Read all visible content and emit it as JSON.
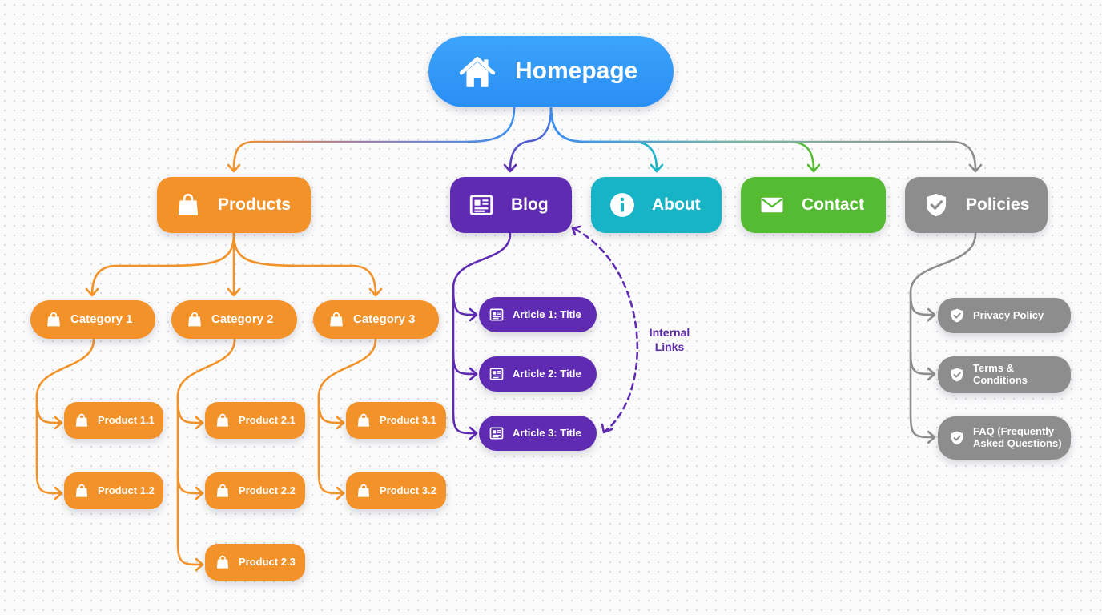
{
  "root": {
    "label": "Homepage",
    "icon": "house-icon",
    "color": "#2a8ef3"
  },
  "sections": {
    "products": {
      "label": "Products",
      "icon": "shopping-bag-icon",
      "color": "#f29228"
    },
    "blog": {
      "label": "Blog",
      "icon": "newspaper-icon",
      "color": "#5f2bb3"
    },
    "about": {
      "label": "About",
      "icon": "info-icon",
      "color": "#17b4c8"
    },
    "contact": {
      "label": "Contact",
      "icon": "envelope-icon",
      "color": "#55bb32"
    },
    "policies": {
      "label": "Policies",
      "icon": "shield-check-icon",
      "color": "#8d8d8d"
    }
  },
  "categories": [
    {
      "label": "Category 1",
      "icon": "shopping-bag-icon"
    },
    {
      "label": "Category 2",
      "icon": "shopping-bag-icon"
    },
    {
      "label": "Category 3",
      "icon": "shopping-bag-icon"
    }
  ],
  "products": [
    {
      "label": "Product 1.1",
      "category": "Category 1",
      "icon": "shopping-bag-icon"
    },
    {
      "label": "Product 1.2",
      "category": "Category 1",
      "icon": "shopping-bag-icon"
    },
    {
      "label": "Product 2.1",
      "category": "Category 2",
      "icon": "shopping-bag-icon"
    },
    {
      "label": "Product 2.2",
      "category": "Category 2",
      "icon": "shopping-bag-icon"
    },
    {
      "label": "Product 2.3",
      "category": "Category 2",
      "icon": "shopping-bag-icon"
    },
    {
      "label": "Product 3.1",
      "category": "Category 3",
      "icon": "shopping-bag-icon"
    },
    {
      "label": "Product 3.2",
      "category": "Category 3",
      "icon": "shopping-bag-icon"
    }
  ],
  "articles": [
    {
      "label": "Article 1: Title",
      "icon": "newspaper-icon"
    },
    {
      "label": "Article 2: Title",
      "icon": "newspaper-icon"
    },
    {
      "label": "Article 3: Title",
      "icon": "newspaper-icon"
    }
  ],
  "policies": [
    {
      "label": "Privacy Policy",
      "icon": "shield-check-icon"
    },
    {
      "label": "Terms & Conditions",
      "icon": "shield-check-icon"
    },
    {
      "label": "FAQ (Frequently Asked Questions)",
      "icon": "shield-check-icon"
    }
  ],
  "internal_links": {
    "label": "Internal Links",
    "from": "Article 3: Title",
    "to": "Blog",
    "style": "dashed"
  }
}
